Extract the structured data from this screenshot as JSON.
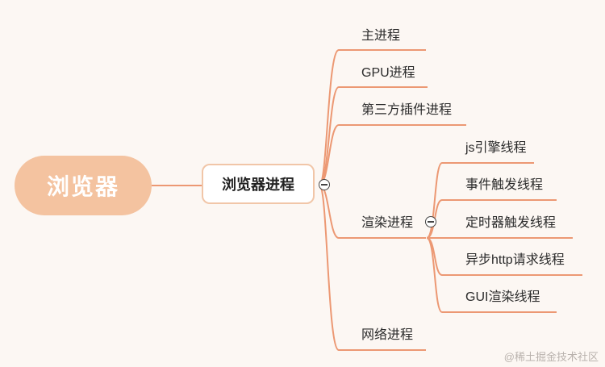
{
  "mindmap": {
    "root": "浏览器",
    "main": "浏览器进程",
    "branches": [
      "主进程",
      "GPU进程",
      "第三方插件进程",
      "渲染进程",
      "网络进程"
    ],
    "render_children": [
      "js引擎线程",
      "事件触发线程",
      "定时器触发线程",
      "异步http请求线程",
      "GUI渲染线程"
    ]
  },
  "colors": {
    "background": "#fcf7f3",
    "root_fill": "#f4c3a0",
    "line": "#ec9873"
  },
  "watermark": "@稀土掘金技术社区"
}
